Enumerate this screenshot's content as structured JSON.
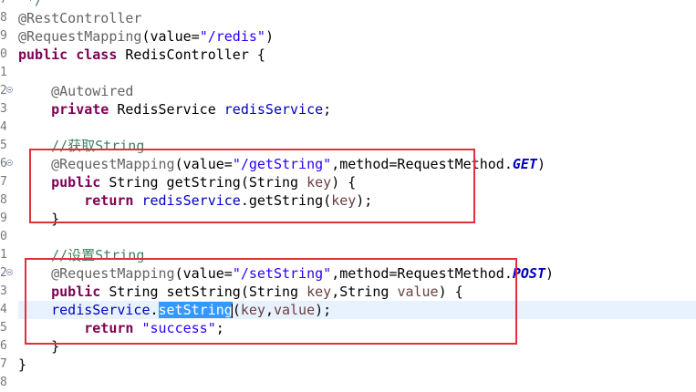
{
  "lines": [
    {
      "num": "7",
      "fold": false,
      "tokens": [
        {
          "t": " */",
          "c": "cmt"
        }
      ]
    },
    {
      "num": "8",
      "fold": false,
      "tokens": [
        {
          "t": "@RestController",
          "c": "ann"
        }
      ]
    },
    {
      "num": "9",
      "fold": false,
      "tokens": [
        {
          "t": "@RequestMapping",
          "c": "ann"
        },
        {
          "t": "(value=",
          "c": ""
        },
        {
          "t": "\"/redis\"",
          "c": "str"
        },
        {
          "t": ")",
          "c": ""
        }
      ]
    },
    {
      "num": "0",
      "fold": false,
      "tokens": [
        {
          "t": "public",
          "c": "kw"
        },
        {
          "t": " ",
          "c": ""
        },
        {
          "t": "class",
          "c": "kw"
        },
        {
          "t": " RedisController {",
          "c": ""
        }
      ]
    },
    {
      "num": "1",
      "fold": false,
      "tokens": []
    },
    {
      "num": "2",
      "fold": true,
      "tokens": [
        {
          "t": "    ",
          "c": ""
        },
        {
          "t": "@Autowired",
          "c": "ann"
        }
      ]
    },
    {
      "num": "3",
      "fold": false,
      "tokens": [
        {
          "t": "    ",
          "c": ""
        },
        {
          "t": "private",
          "c": "kw"
        },
        {
          "t": " RedisService ",
          "c": ""
        },
        {
          "t": "redisService",
          "c": "fld"
        },
        {
          "t": ";",
          "c": ""
        }
      ]
    },
    {
      "num": "4",
      "fold": false,
      "tokens": []
    },
    {
      "num": "5",
      "fold": false,
      "tokens": [
        {
          "t": "    //获取String",
          "c": "cmt"
        }
      ]
    },
    {
      "num": "6",
      "fold": true,
      "tokens": [
        {
          "t": "    ",
          "c": ""
        },
        {
          "t": "@RequestMapping",
          "c": "ann"
        },
        {
          "t": "(value=",
          "c": ""
        },
        {
          "t": "\"/getString\"",
          "c": "str"
        },
        {
          "t": ",method=RequestMethod.",
          "c": ""
        },
        {
          "t": "GET",
          "c": "italic-const"
        },
        {
          "t": ")",
          "c": ""
        }
      ]
    },
    {
      "num": "7",
      "fold": false,
      "tokens": [
        {
          "t": "    ",
          "c": ""
        },
        {
          "t": "public",
          "c": "kw"
        },
        {
          "t": " String getString(String ",
          "c": ""
        },
        {
          "t": "key",
          "c": "param"
        },
        {
          "t": ") {",
          "c": ""
        }
      ]
    },
    {
      "num": "8",
      "fold": false,
      "tokens": [
        {
          "t": "        ",
          "c": ""
        },
        {
          "t": "return",
          "c": "kw"
        },
        {
          "t": " ",
          "c": ""
        },
        {
          "t": "redisService",
          "c": "fld"
        },
        {
          "t": ".getString(",
          "c": ""
        },
        {
          "t": "key",
          "c": "param"
        },
        {
          "t": ");",
          "c": ""
        }
      ]
    },
    {
      "num": "9",
      "fold": false,
      "tokens": [
        {
          "t": "    }",
          "c": ""
        }
      ]
    },
    {
      "num": "0",
      "fold": false,
      "tokens": []
    },
    {
      "num": "1",
      "fold": false,
      "tokens": [
        {
          "t": "    //设置String",
          "c": "cmt"
        }
      ]
    },
    {
      "num": "2",
      "fold": true,
      "tokens": [
        {
          "t": "    ",
          "c": ""
        },
        {
          "t": "@RequestMapping",
          "c": "ann"
        },
        {
          "t": "(value=",
          "c": ""
        },
        {
          "t": "\"/setString\"",
          "c": "str"
        },
        {
          "t": ",method=RequestMethod.",
          "c": ""
        },
        {
          "t": "POST",
          "c": "italic-const"
        },
        {
          "t": ")",
          "c": ""
        }
      ]
    },
    {
      "num": "3",
      "fold": false,
      "tokens": [
        {
          "t": "    ",
          "c": ""
        },
        {
          "t": "public",
          "c": "kw"
        },
        {
          "t": " String setString(String ",
          "c": ""
        },
        {
          "t": "key",
          "c": "param"
        },
        {
          "t": ",String ",
          "c": ""
        },
        {
          "t": "value",
          "c": "param"
        },
        {
          "t": ") {",
          "c": ""
        }
      ]
    },
    {
      "num": "4",
      "fold": false,
      "current": true,
      "tokens": [
        {
          "t": "    ",
          "c": ""
        },
        {
          "t": "redisService",
          "c": "fld"
        },
        {
          "t": ".",
          "c": ""
        },
        {
          "t": "setString",
          "c": "sel"
        },
        {
          "t": "",
          "c": "caret"
        },
        {
          "t": "(",
          "c": ""
        },
        {
          "t": "key",
          "c": "param"
        },
        {
          "t": ",",
          "c": ""
        },
        {
          "t": "value",
          "c": "param"
        },
        {
          "t": ");",
          "c": ""
        }
      ]
    },
    {
      "num": "5",
      "fold": false,
      "tokens": [
        {
          "t": "        ",
          "c": ""
        },
        {
          "t": "return",
          "c": "kw"
        },
        {
          "t": " ",
          "c": ""
        },
        {
          "t": "\"success\"",
          "c": "str"
        },
        {
          "t": ";",
          "c": ""
        }
      ]
    },
    {
      "num": "6",
      "fold": false,
      "tokens": [
        {
          "t": "    }",
          "c": ""
        }
      ]
    },
    {
      "num": "7",
      "fold": false,
      "tokens": [
        {
          "t": "}",
          "c": ""
        }
      ]
    },
    {
      "num": "8",
      "fold": false,
      "tokens": []
    }
  ],
  "colors": {
    "keyword": "#7f0055",
    "annotation": "#646464",
    "string": "#2a00ff",
    "comment": "#3f7f5f",
    "field": "#0000c0",
    "parameter": "#6a3e3e",
    "selection": "#3399ff",
    "current_line": "#e8f2fe",
    "highlight_box": "#e0303a"
  }
}
